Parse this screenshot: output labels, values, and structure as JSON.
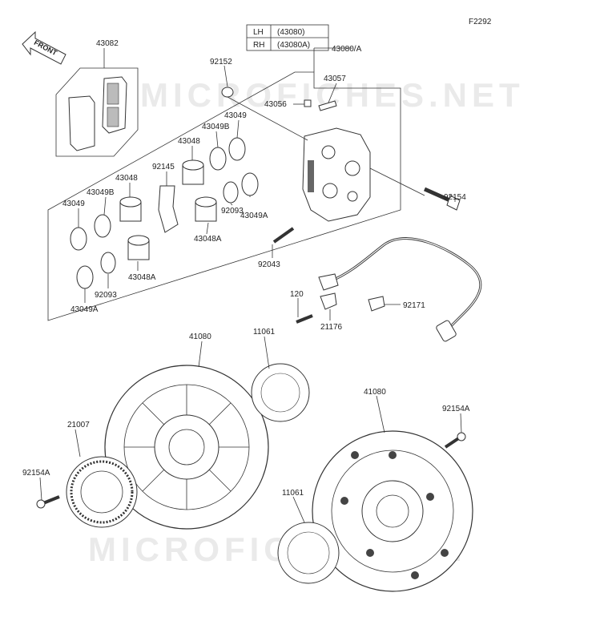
{
  "figure_code": "F2292",
  "front_label": "FRONT",
  "watermark": "MICROFICHES.NET",
  "side_table": [
    {
      "side": "LH",
      "part": "(43080)"
    },
    {
      "side": "RH",
      "part": "(43080A)"
    }
  ],
  "labels": {
    "l43082": "43082",
    "l92152": "92152",
    "l43080A": "43080/A",
    "l43057": "43057",
    "l43056": "43056",
    "l43049_top": "43049",
    "l43049B_top": "43049B",
    "l43048_top": "43048",
    "l92145": "92145",
    "l43048_mid": "43048",
    "l43049B_left": "43049B",
    "l43049_left": "43049",
    "l92093_mid": "92093",
    "l43049A_mid": "43049A",
    "l43048A_mid": "43048A",
    "l92154": "92154",
    "l92043": "92043",
    "l43048A_low": "43048A",
    "l92093_low": "92093",
    "l43049A_low": "43049A",
    "l120": "120",
    "l21176": "21176",
    "l92171": "92171",
    "l41080_left": "41080",
    "l11061_top": "11061",
    "l41080_right": "41080",
    "l21007": "21007",
    "l92154A_right": "92154A",
    "l92154A_left": "92154A",
    "l11061_low": "11061"
  }
}
